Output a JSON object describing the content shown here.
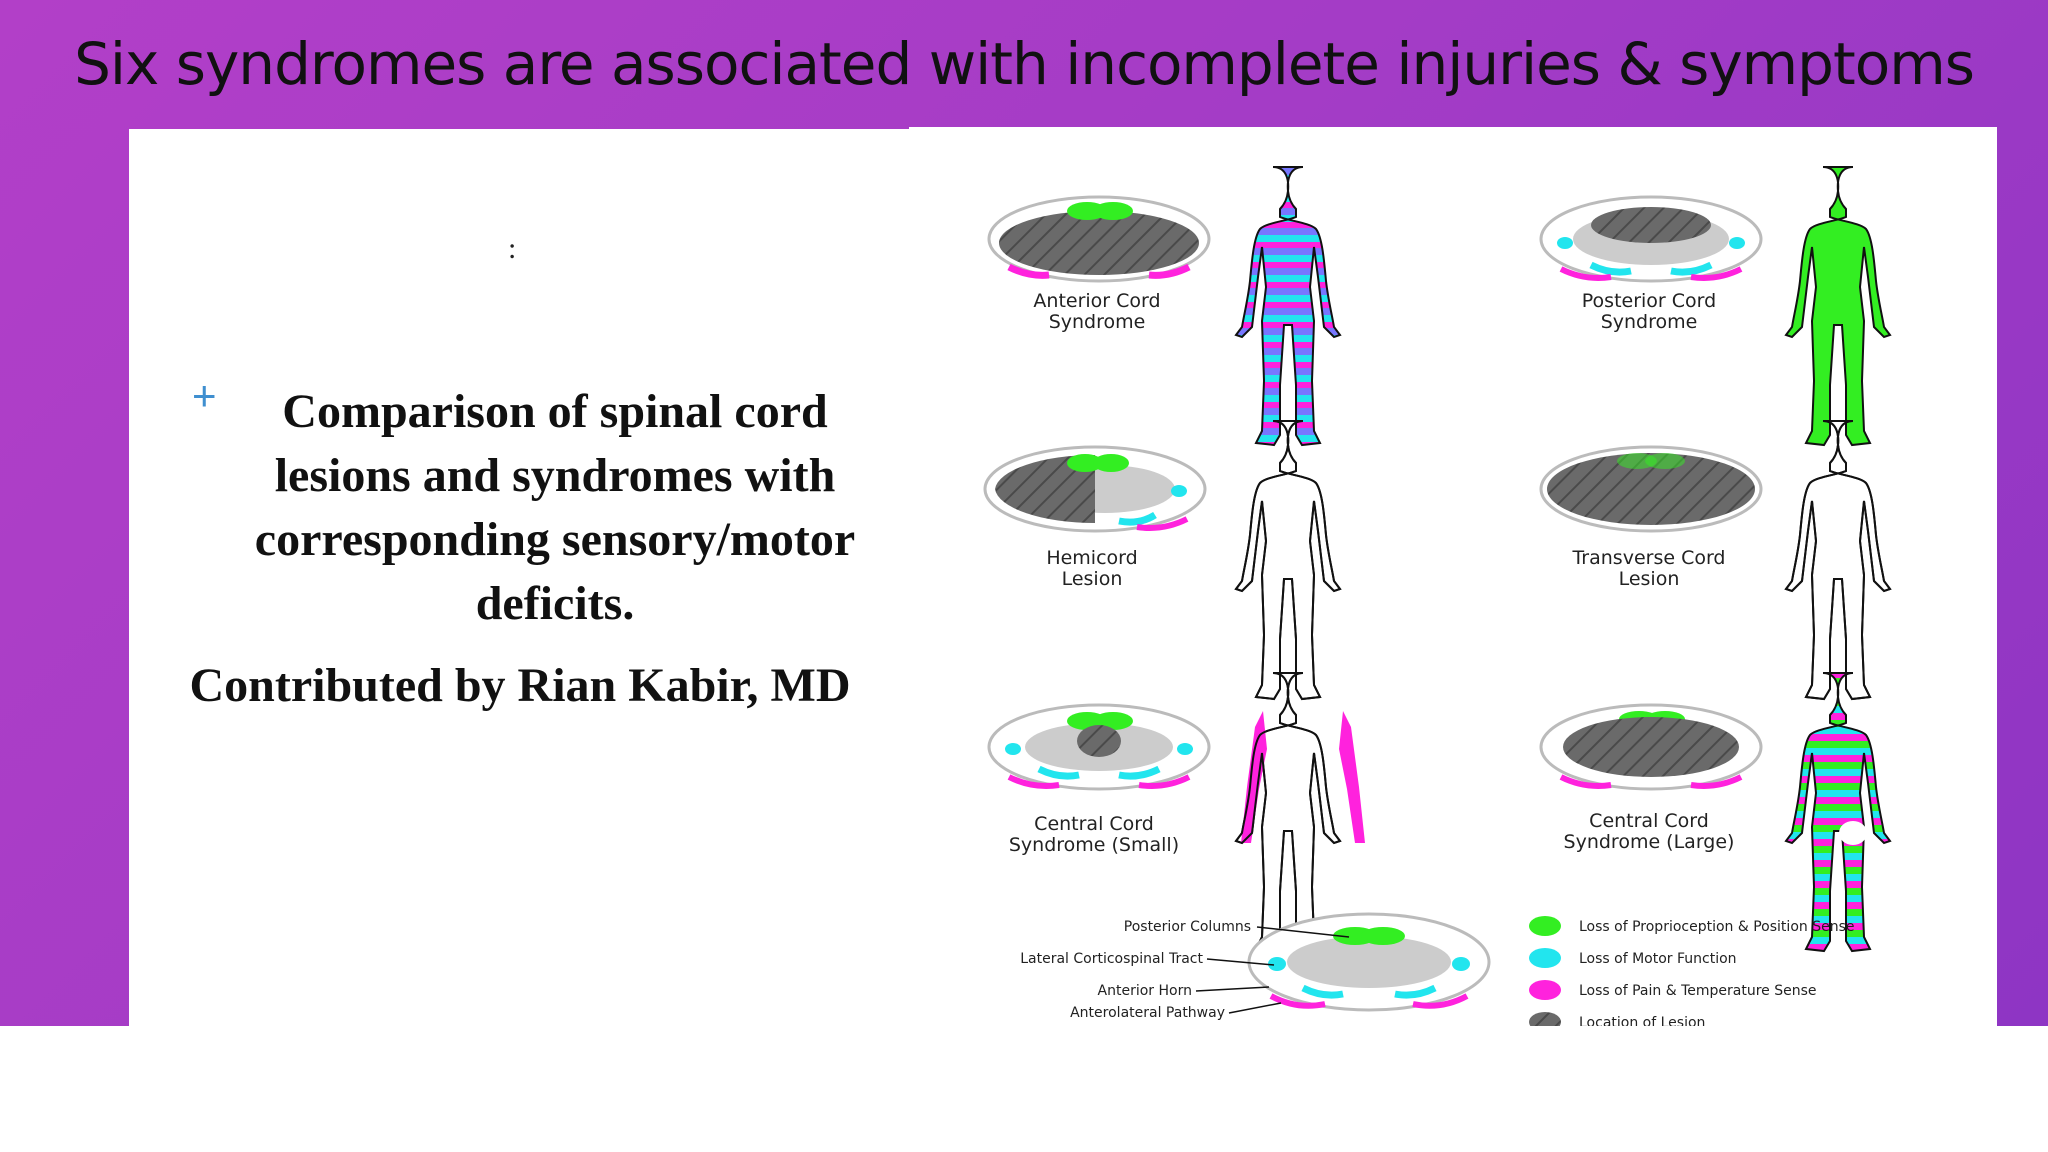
{
  "slide": {
    "title": "Six syndromes are associated with incomplete injuries & symptoms",
    "colon": ":",
    "bullet": "Comparison of spinal cord lesions and syndromes with corresponding sensory/motor deficits.",
    "credit": "Contributed by Rian Kabir, MD"
  },
  "colors": {
    "proprioception": "#33ee22",
    "motor": "#22e5ee",
    "pain_temp": "#ff22dd",
    "lesion": "#666666",
    "background_gradient": [
      "#b23fc8",
      "#8e35c4"
    ]
  },
  "syndromes": [
    {
      "line1": "Anterior Cord",
      "line2": "Syndrome"
    },
    {
      "line1": "Posterior Cord",
      "line2": "Syndrome"
    },
    {
      "line1": "Hemicord",
      "line2": "Lesion"
    },
    {
      "line1": "Transverse Cord",
      "line2": "Lesion"
    },
    {
      "line1": "Central Cord",
      "line2": "Syndrome (Small)"
    },
    {
      "line1": "Central Cord",
      "line2": "Syndrome (Large)"
    }
  ],
  "anatomy_labels": {
    "posterior_columns": "Posterior Columns",
    "lateral_corticospinal": "Lateral Corticospinal Tract",
    "anterior_horn": "Anterior Horn",
    "anterolateral": "Anterolateral Pathway"
  },
  "legend": [
    {
      "label": "Loss of Proprioception & Position Sense",
      "icon": "green-dot-icon"
    },
    {
      "label": "Loss of Motor Function",
      "icon": "cyan-dot-icon"
    },
    {
      "label": "Loss of Pain & Temperature Sense",
      "icon": "magenta-dot-icon"
    },
    {
      "label": "Location of Lesion",
      "icon": "hatched-gray-dot-icon"
    }
  ]
}
